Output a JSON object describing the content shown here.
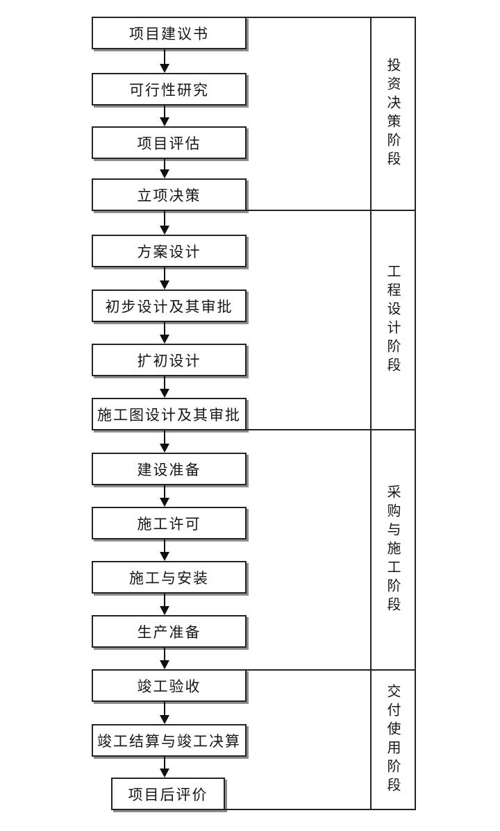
{
  "diagram": {
    "steps": [
      {
        "label": "项目建议书"
      },
      {
        "label": "可行性研究"
      },
      {
        "label": "项目评估"
      },
      {
        "label": "立项决策"
      },
      {
        "label": "方案设计"
      },
      {
        "label": "初步设计及其审批"
      },
      {
        "label": "扩初设计"
      },
      {
        "label": "施工图设计及其审批"
      },
      {
        "label": "建设准备"
      },
      {
        "label": "施工许可"
      },
      {
        "label": "施工与安装"
      },
      {
        "label": "生产准备"
      },
      {
        "label": "竣工验收"
      },
      {
        "label": "竣工结算与竣工决算"
      },
      {
        "label": "项目后评价"
      }
    ],
    "phases": [
      {
        "label": "投资决策阶段"
      },
      {
        "label": "工程设计阶段"
      },
      {
        "label": "采购与施工阶段"
      },
      {
        "label": "交付使用阶段"
      }
    ],
    "colors": {
      "line": "#242424",
      "arrow": "#101010",
      "shadow": "#8d8d8d",
      "text": "#161616",
      "background": "#ffffff"
    }
  }
}
